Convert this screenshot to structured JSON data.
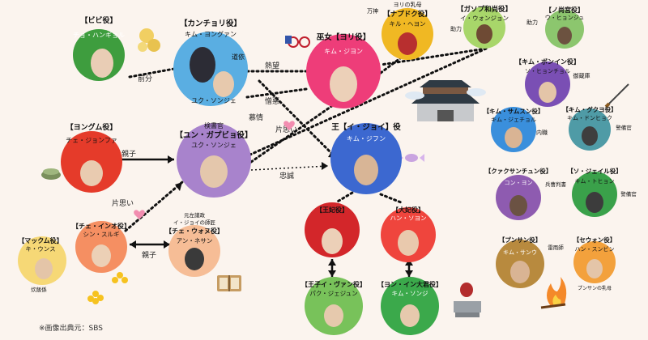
{
  "credit": "※画像出典元：SBS",
  "nodes": {
    "bibi": {
      "role": "【ビビ役】",
      "actor": "チョ・ハンギョル",
      "color": "#3e9d3e"
    },
    "kancheol": {
      "role": "【カンチョリ役】",
      "actor": "キム・ヨングァン",
      "color": "#5aaee2"
    },
    "yori": {
      "role": "巫女【ヨリ役】",
      "actor": "キム・ジヨン",
      "color": "#ee3d79"
    },
    "naptok": {
      "role": "【ナプドク役】",
      "actor": "キル・ヘヨン",
      "color": "#f0b823"
    },
    "gasop": {
      "role": "【ガソプ和尚役】",
      "actor": "イ・ウォンジョン",
      "color": "#a8d66a"
    },
    "nomo": {
      "role": "【ノ尚宮役】",
      "actor": "ウ・ヒョンジュ",
      "color": "#8cc66e"
    },
    "kimbongin": {
      "role": "【キム・ボンイン役】",
      "actor": "ソ・ヒョンチョル",
      "color": "#7a4fb4"
    },
    "kimsamsun": {
      "role": "【キム・サムスン役】",
      "actor": "キム・ジェチョル",
      "color": "#3a8fdc"
    },
    "kimgukyo": {
      "role": "【キム・グクヨ役】",
      "actor": "キム・ドンヒョク",
      "color": "#4f9ba6"
    },
    "yongum": {
      "role": "【ヨングム役】",
      "actor": "チェ・ジョンファ",
      "color": "#e53b2a"
    },
    "yungapbyo": {
      "role": "【ユン・ガプビョ役】",
      "actor": "ユク・ソンジェ",
      "color": "#a883cc"
    },
    "king": {
      "role": "王【イ・ジョイ】役",
      "actor": "キム・ジフン",
      "color": "#3c68d0"
    },
    "jiwi": {
      "role": "【チェ・インオ役】",
      "actor": "シン・スルギ",
      "color": "#f58f62"
    },
    "wooj": {
      "role": "【チェ・ウォヌ役】",
      "actor": "アン・ネサン",
      "color": "#f6bd96"
    },
    "maksun": {
      "role": "【マックム役】",
      "actor": "キ・ウンス",
      "color": "#f6d876"
    },
    "queen": {
      "role": "【王妃役】",
      "actor": "",
      "color": "#d3262a"
    },
    "daebi": {
      "role": "【大妃役】",
      "actor": "ハン・ソヨン",
      "color": "#ef453d"
    },
    "prince": {
      "role": "【王子イ・ヴァン役】",
      "actor": "パク・ジェジュン",
      "color": "#78c25a"
    },
    "yeoneon": {
      "role": "【ヨン・イン大君役】",
      "actor": "キム・ソンジ",
      "color": "#3ba94b"
    },
    "kwak": {
      "role": "【クァクサンチュン役】",
      "actor": "コン・ヨン",
      "color": "#8e5bb0"
    },
    "sojaeil": {
      "role": "【ソ・ジェイル役】",
      "actor": "キム・トヒョン",
      "color": "#3aa14a"
    },
    "punsan": {
      "role": "【プンサン役】",
      "actor": "キム・サンウ",
      "color": "#b88a3e"
    },
    "sewon": {
      "role": "【セウォン役】",
      "actor": "ハン・スンビン",
      "color": "#f3a13c"
    }
  },
  "small_text": {
    "yuk_caption": "ユク・ソンジェ",
    "yungapbyo_title": "検書官",
    "sotong": "道依",
    "manshin": "万神",
    "yori_nurse": "ヨリの乳母",
    "helper1": "助力",
    "helper2": "助力",
    "chasing": "御蔵庫",
    "ansa": "内職",
    "gueiei": "警備官",
    "gueiei2": "警備官",
    "punsan_friend": "プンサンの乳母",
    "kwak_sub": "兵曹判書",
    "punsan_sub": "雷雨師",
    "sewon_sub": "",
    "maksun_sub": "炊飯係",
    "wooj_title1": "元左議政",
    "wooj_title2": "イ・ジョイの師匠"
  },
  "relations": {
    "bibi_kancheol": "前分",
    "kancheol_yori": "熱望",
    "yori_kancheol": "憎悪",
    "kancheol_yori2": "慕情",
    "yori_king": "片思い",
    "yongum_gapbyo": "親子",
    "gapbyo_king": "忠誠",
    "jiwi_gapbyo": "片思い",
    "jiwi_wooj": "親子"
  }
}
